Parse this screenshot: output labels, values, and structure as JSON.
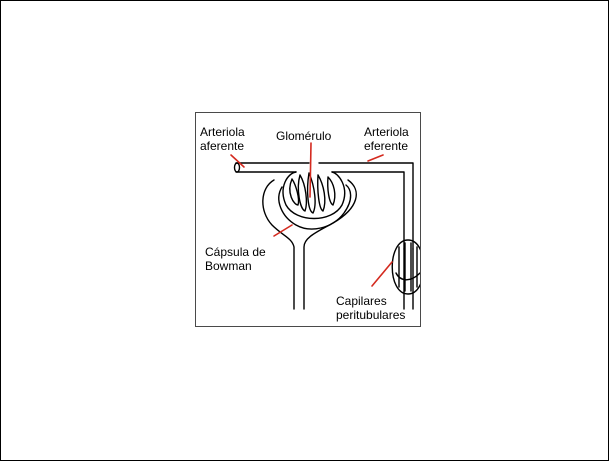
{
  "diagram": {
    "labels": {
      "arteriola_aferente": [
        "Arteriola",
        "aferente"
      ],
      "glomerulo": "Glomérulo",
      "arteriola_eferente": [
        "Arteriola",
        "eferente"
      ],
      "capsula_bowman": [
        "Cápsula de",
        "Bowman"
      ],
      "capilares_peritubulares": [
        "Capilares",
        "peritubulares"
      ]
    },
    "colors": {
      "structure_line": "#000000",
      "pointer_line": "#d42a1f",
      "frame": "#4a4a4a"
    }
  }
}
